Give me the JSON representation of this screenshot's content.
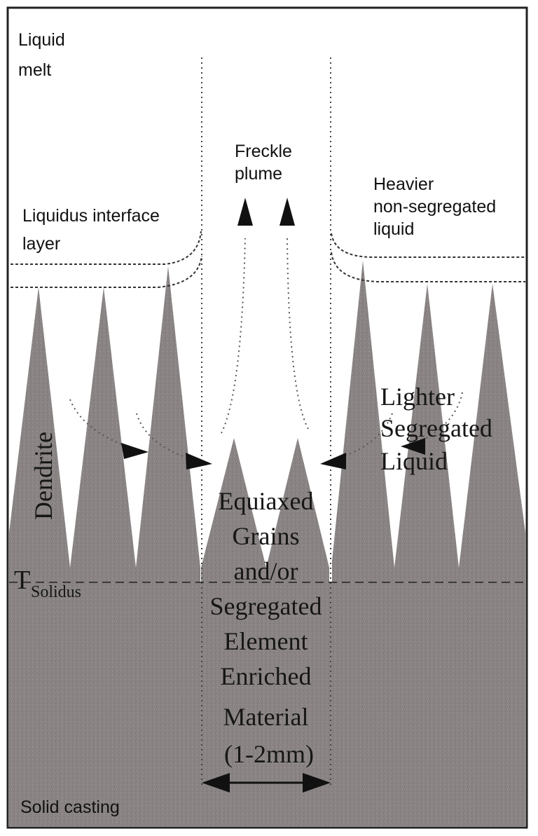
{
  "labels": {
    "liquid_melt": [
      "Liquid",
      "melt"
    ],
    "freckle_plume": [
      "Freckle",
      "plume"
    ],
    "liquidus_interface": [
      "Liquidus interface",
      "layer"
    ],
    "heavier_liquid": [
      "Heavier",
      "non-segregated",
      "liquid"
    ],
    "dendrite": "Dendrite",
    "lighter_liquid": [
      "Lighter",
      "Segregated",
      "Liquid"
    ],
    "equiaxed": [
      "Equiaxed",
      "Grains",
      "and/or",
      "Segregated",
      "Element",
      "Enriched",
      "Material",
      "(1-2mm)"
    ],
    "t_solidus_main": "T",
    "t_solidus_sub": "Solidus",
    "solid_casting": "Solid casting"
  },
  "colors": {
    "solid": "#8a8584",
    "dendrite": "#86807f",
    "line": "#333333",
    "arrow": "#111111"
  }
}
